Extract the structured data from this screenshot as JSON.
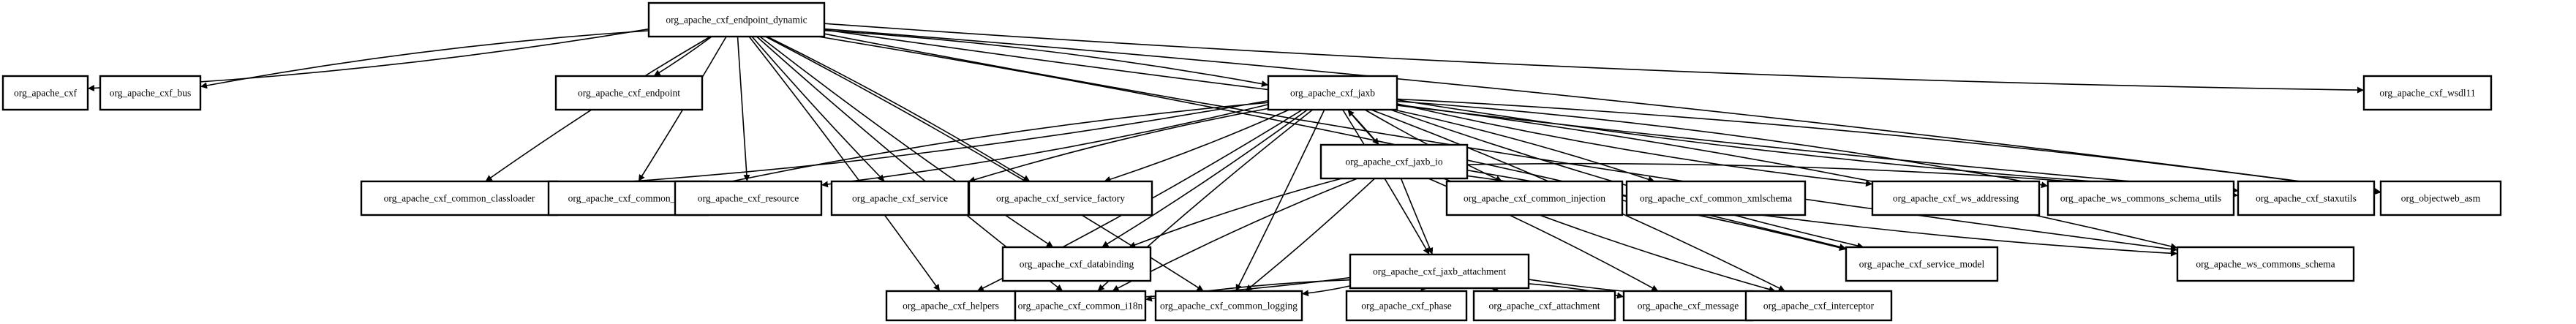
{
  "nodes": [
    {
      "id": "endpoint_dynamic",
      "label": "org_apache_cxf_endpoint_dynamic"
    },
    {
      "id": "cxf",
      "label": "org_apache_cxf"
    },
    {
      "id": "bus",
      "label": "org_apache_cxf_bus"
    },
    {
      "id": "endpoint",
      "label": "org_apache_cxf_endpoint"
    },
    {
      "id": "jaxb",
      "label": "org_apache_cxf_jaxb"
    },
    {
      "id": "wsdl11",
      "label": "org_apache_cxf_wsdl11"
    },
    {
      "id": "common_classloader",
      "label": "org_apache_cxf_common_classloader"
    },
    {
      "id": "common_util",
      "label": "org_apache_cxf_common_util"
    },
    {
      "id": "resource",
      "label": "org_apache_cxf_resource"
    },
    {
      "id": "service",
      "label": "org_apache_cxf_service"
    },
    {
      "id": "service_factory",
      "label": "org_apache_cxf_service_factory"
    },
    {
      "id": "jaxb_io",
      "label": "org_apache_cxf_jaxb_io"
    },
    {
      "id": "common_injection",
      "label": "org_apache_cxf_common_injection"
    },
    {
      "id": "common_xmlschema",
      "label": "org_apache_cxf_common_xmlschema"
    },
    {
      "id": "ws_addressing",
      "label": "org_apache_cxf_ws_addressing"
    },
    {
      "id": "ws_commons_schema_utils",
      "label": "org_apache_ws_commons_schema_utils"
    },
    {
      "id": "staxutils",
      "label": "org_apache_cxf_staxutils"
    },
    {
      "id": "objectweb_asm",
      "label": "org_objectweb_asm"
    },
    {
      "id": "databinding",
      "label": "org_apache_cxf_databinding"
    },
    {
      "id": "jaxb_attachment",
      "label": "org_apache_cxf_jaxb_attachment"
    },
    {
      "id": "service_model",
      "label": "org_apache_cxf_service_model"
    },
    {
      "id": "ws_commons_schema",
      "label": "org_apache_ws_commons_schema"
    },
    {
      "id": "helpers",
      "label": "org_apache_cxf_helpers"
    },
    {
      "id": "common_i18n",
      "label": "org_apache_cxf_common_i18n"
    },
    {
      "id": "common_logging",
      "label": "org_apache_cxf_common_logging"
    },
    {
      "id": "phase",
      "label": "org_apache_cxf_phase"
    },
    {
      "id": "attachment",
      "label": "org_apache_cxf_attachment"
    },
    {
      "id": "message",
      "label": "org_apache_cxf_message"
    },
    {
      "id": "interceptor",
      "label": "org_apache_cxf_interceptor"
    }
  ],
  "edges": [
    [
      "endpoint_dynamic",
      "cxf"
    ],
    [
      "endpoint_dynamic",
      "bus"
    ],
    [
      "endpoint_dynamic",
      "endpoint"
    ],
    [
      "endpoint_dynamic",
      "jaxb"
    ],
    [
      "endpoint_dynamic",
      "wsdl11"
    ],
    [
      "endpoint_dynamic",
      "common_classloader"
    ],
    [
      "endpoint_dynamic",
      "common_util"
    ],
    [
      "endpoint_dynamic",
      "resource"
    ],
    [
      "endpoint_dynamic",
      "service"
    ],
    [
      "endpoint_dynamic",
      "service_factory"
    ],
    [
      "endpoint_dynamic",
      "staxutils"
    ],
    [
      "endpoint_dynamic",
      "objectweb_asm"
    ],
    [
      "endpoint_dynamic",
      "databinding"
    ],
    [
      "endpoint_dynamic",
      "service_model"
    ],
    [
      "endpoint_dynamic",
      "ws_commons_schema"
    ],
    [
      "endpoint_dynamic",
      "helpers"
    ],
    [
      "endpoint_dynamic",
      "common_i18n"
    ],
    [
      "endpoint_dynamic",
      "common_logging"
    ],
    [
      "jaxb",
      "common_classloader"
    ],
    [
      "jaxb",
      "common_util"
    ],
    [
      "jaxb",
      "resource"
    ],
    [
      "jaxb",
      "service"
    ],
    [
      "jaxb",
      "service_factory"
    ],
    [
      "jaxb",
      "jaxb_io"
    ],
    [
      "jaxb",
      "common_injection"
    ],
    [
      "jaxb",
      "common_xmlschema"
    ],
    [
      "jaxb",
      "ws_addressing"
    ],
    [
      "jaxb",
      "ws_commons_schema_utils"
    ],
    [
      "jaxb",
      "staxutils"
    ],
    [
      "jaxb",
      "objectweb_asm"
    ],
    [
      "jaxb",
      "databinding"
    ],
    [
      "jaxb",
      "jaxb_attachment"
    ],
    [
      "jaxb",
      "service_model"
    ],
    [
      "jaxb",
      "ws_commons_schema"
    ],
    [
      "jaxb",
      "helpers"
    ],
    [
      "jaxb",
      "common_i18n"
    ],
    [
      "jaxb",
      "common_logging"
    ],
    [
      "jaxb",
      "interceptor"
    ],
    [
      "jaxb_io",
      "jaxb"
    ],
    [
      "jaxb_io",
      "databinding"
    ],
    [
      "jaxb_io",
      "jaxb_attachment"
    ],
    [
      "jaxb_io",
      "service_model"
    ],
    [
      "jaxb_io",
      "ws_commons_schema"
    ],
    [
      "jaxb_io",
      "common_i18n"
    ],
    [
      "jaxb_io",
      "common_logging"
    ],
    [
      "jaxb_io",
      "message"
    ],
    [
      "jaxb_io",
      "interceptor"
    ],
    [
      "jaxb_io",
      "staxutils"
    ],
    [
      "jaxb_attachment",
      "helpers"
    ],
    [
      "jaxb_attachment",
      "common_i18n"
    ],
    [
      "jaxb_attachment",
      "common_logging"
    ],
    [
      "jaxb_attachment",
      "phase"
    ],
    [
      "jaxb_attachment",
      "attachment"
    ],
    [
      "jaxb_attachment",
      "message"
    ],
    [
      "jaxb_attachment",
      "interceptor"
    ]
  ]
}
